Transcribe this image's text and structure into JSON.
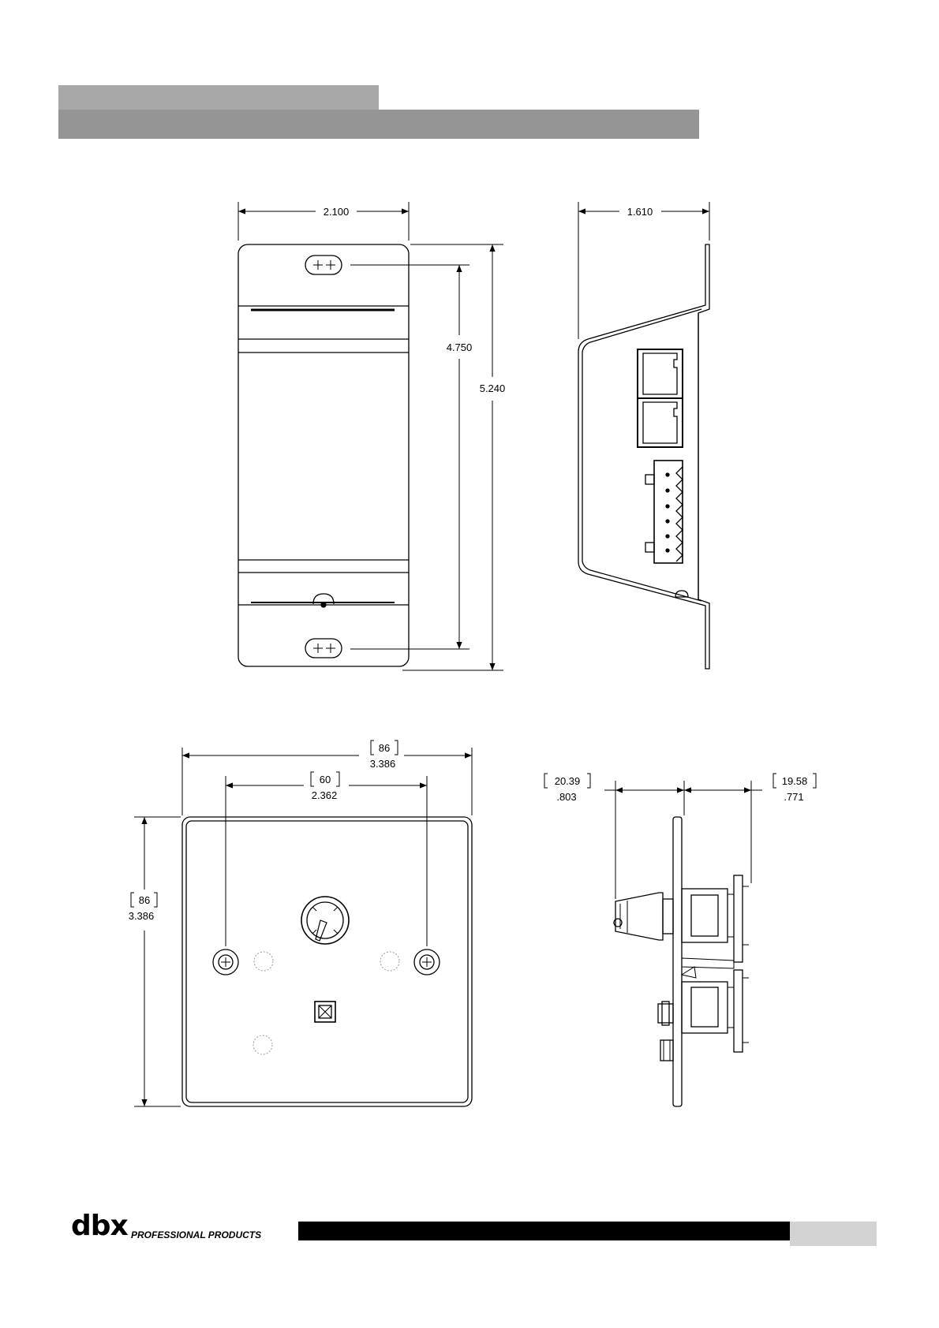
{
  "header": {
    "accent_light": "#a8a8a8",
    "accent_dark": "#959595"
  },
  "dimensions": {
    "plate_width": "2.100",
    "depth": "1.610",
    "screw_spacing": "4.750",
    "plate_height": "5.240",
    "square_width_mm": "86",
    "square_width_in": "3.386",
    "hole_spacing_mm": "60",
    "hole_spacing_in": "2.362",
    "square_height_mm": "86",
    "square_height_in": "3.386",
    "front_depth_mm": "20.39",
    "front_depth_in": ".803",
    "rear_depth_mm": "19.58",
    "rear_depth_in": ".771"
  },
  "footer": {
    "logo": "dbx",
    "logo_sub": "PROFESSIONAL PRODUCTS",
    "bar_color": "#000000",
    "page_tab_color": "#d3d3d3"
  }
}
